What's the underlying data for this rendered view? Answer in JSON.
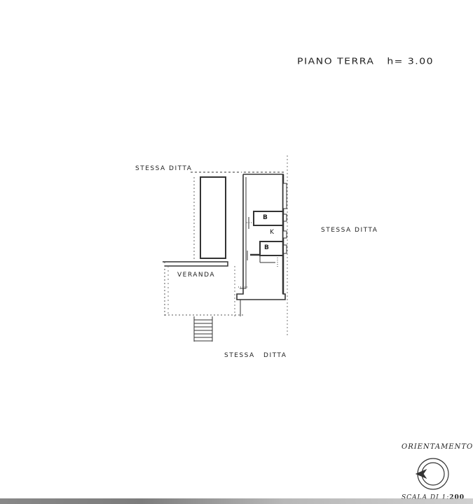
{
  "header": {
    "title": "PIANO TERRA",
    "height_label": "h= 3.00"
  },
  "plan": {
    "neighbors": {
      "top_left": "STESSA DITTA",
      "right": "STESSA DITTA",
      "bottom": "STESSA DITTA"
    },
    "rooms": {
      "veranda": "VERANDA",
      "bath_1": "B",
      "bath_2": "B",
      "kitchen": "K"
    }
  },
  "legend": {
    "orientation_label": "ORIENTAMENTO",
    "scale_label": "SCALA DI 1:",
    "scale_value": "200"
  }
}
